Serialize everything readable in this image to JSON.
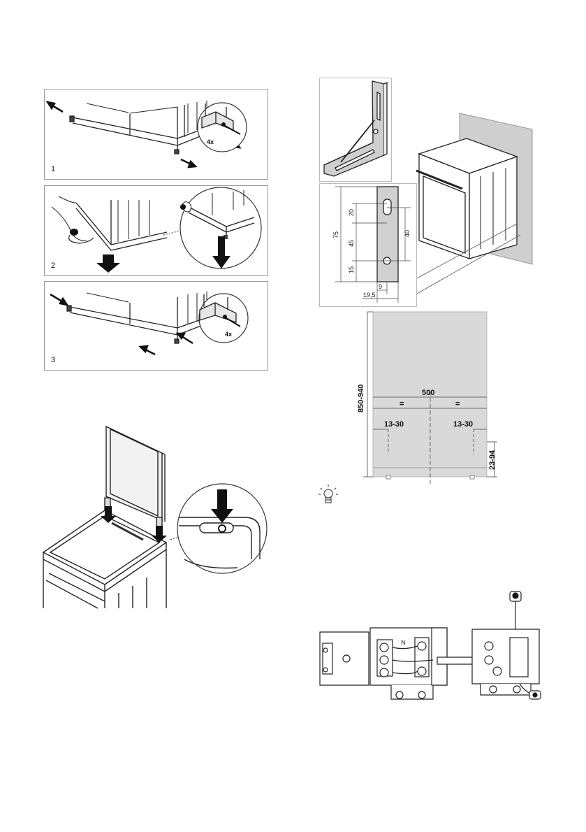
{
  "steps": [
    {
      "number": "1",
      "screw_label": "4x"
    },
    {
      "number": "2"
    },
    {
      "number": "3",
      "screw_label": "4x"
    }
  ],
  "bracket_dims": {
    "d75": "75",
    "d20": "20",
    "d45": "45",
    "d15": "15",
    "d40": "40",
    "d9": "9",
    "d19_5": "19,5"
  },
  "wall_dims": {
    "height": "850-940",
    "width": "500",
    "equal_left": "=",
    "equal_right": "=",
    "offset_left": "13-30",
    "offset_right": "13-30",
    "bottom": "23-94"
  },
  "terminal_label": "N",
  "tip_icon": "lightbulb-icon"
}
